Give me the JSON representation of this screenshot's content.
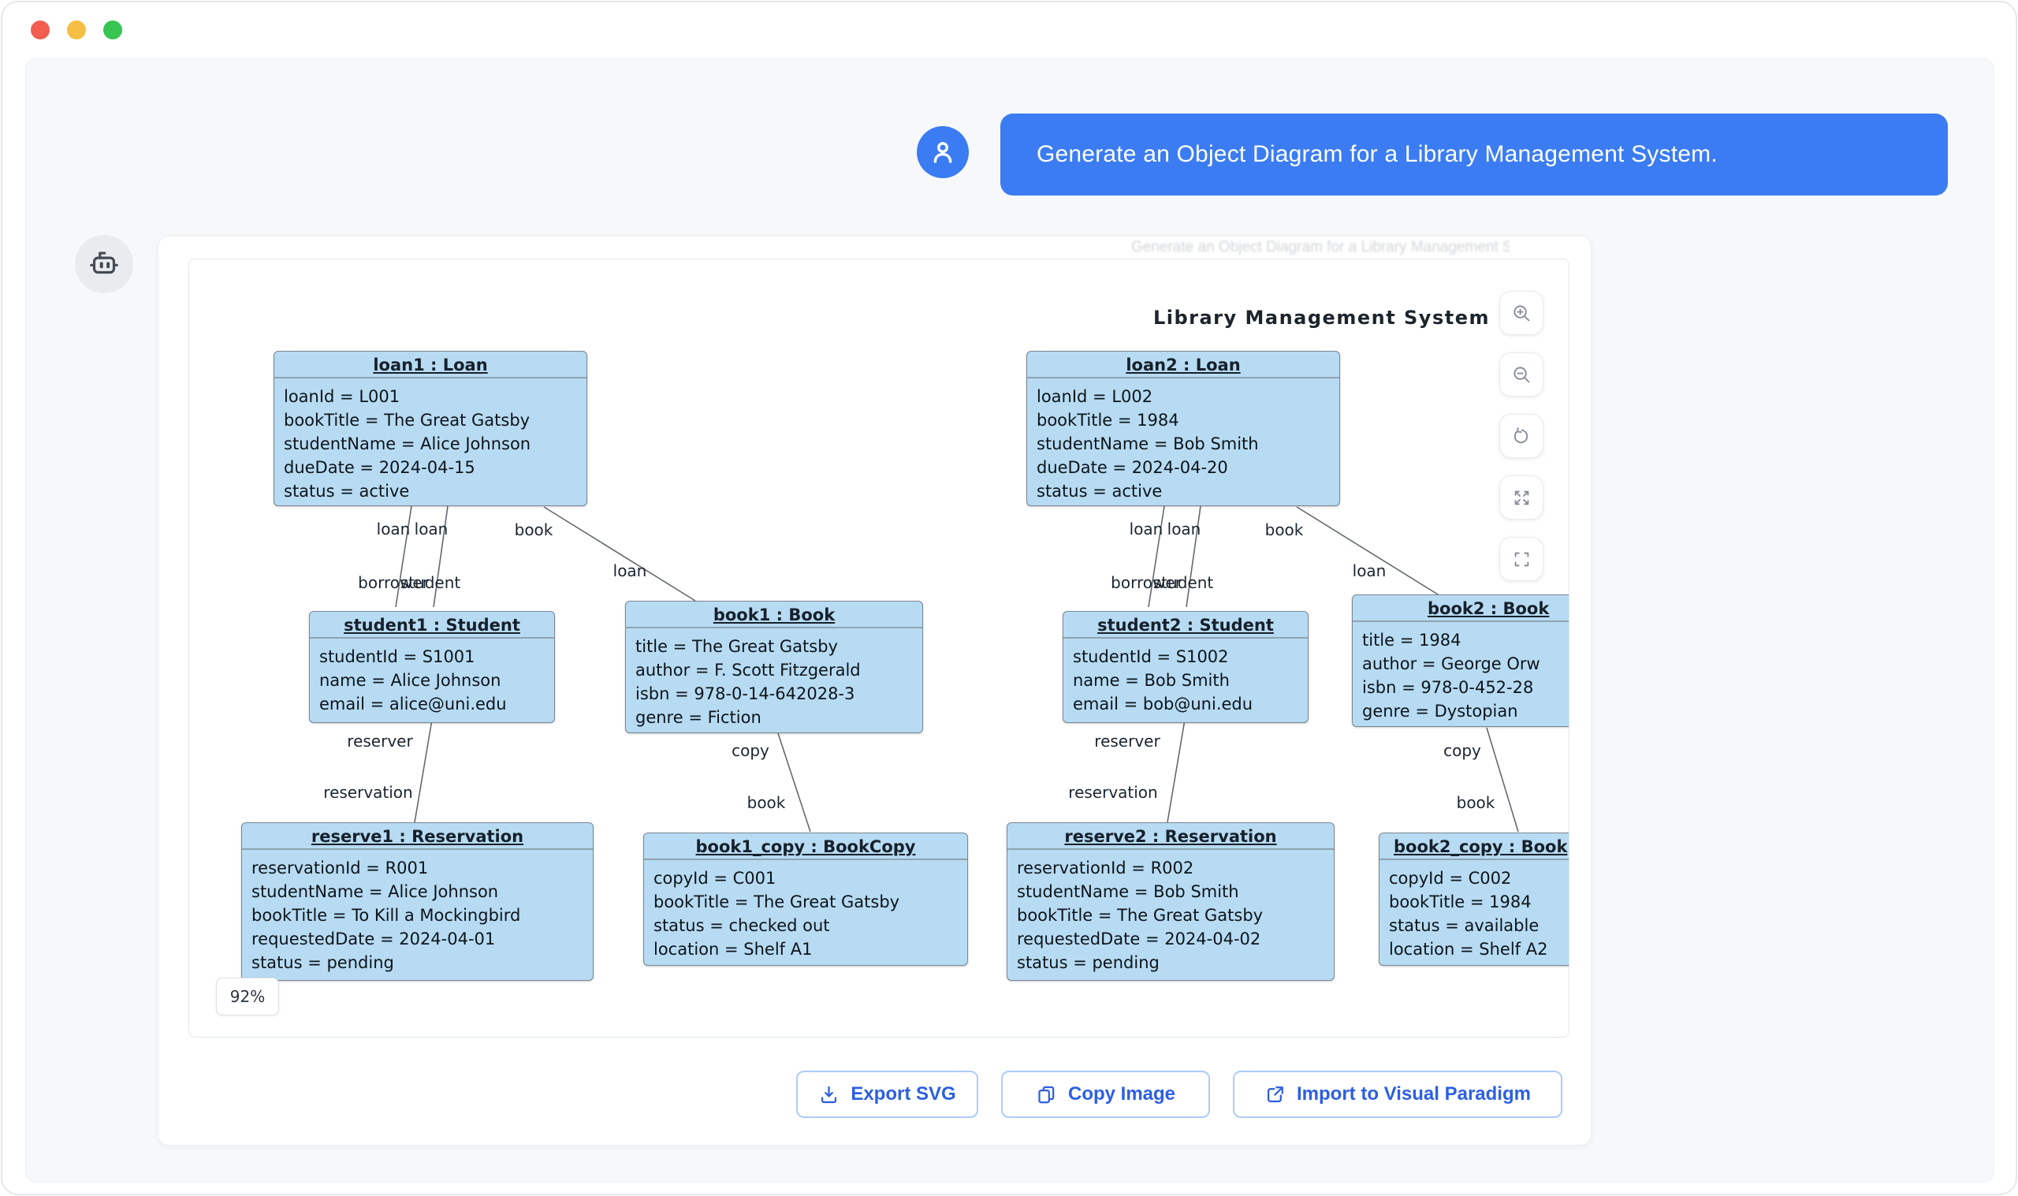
{
  "window": {
    "traffic_lights": [
      {
        "name": "close",
        "color": "#f25d52"
      },
      {
        "name": "minimize",
        "color": "#f5bf43"
      },
      {
        "name": "zoom",
        "color": "#37c450"
      }
    ]
  },
  "colors": {
    "accent_blue": "#3b7cf2",
    "panel_bg": "#f7f8fa",
    "object_fill": "#b7dbf2",
    "object_border": "#7b8894",
    "action_text": "#2c5fe2",
    "action_border": "#aecbf9",
    "edge_line": "#64696f"
  },
  "user": {
    "message": "Generate an Object Diagram for a Library Management System."
  },
  "assistant": {
    "clipped_text": "Generate an Object Diagram for a Library Management System.",
    "diagram": {
      "title": "Library Management System",
      "zoom_badge": "92%",
      "controls": [
        {
          "name": "zoom-in-button",
          "icon": "zoom-in-icon"
        },
        {
          "name": "zoom-out-button",
          "icon": "zoom-out-icon"
        },
        {
          "name": "reset-view-button",
          "icon": "reset-icon"
        },
        {
          "name": "expand-button",
          "icon": "expand-icon"
        },
        {
          "name": "fullscreen-button",
          "icon": "fullscreen-icon"
        }
      ],
      "objects": [
        {
          "id": "loan1",
          "title": "loan1 : Loan",
          "attributes": [
            "loanId = L001",
            "bookTitle = The Great Gatsby",
            "studentName = Alice Johnson",
            "dueDate = 2024-04-15",
            "status = active"
          ]
        },
        {
          "id": "loan2",
          "title": "loan2 : Loan",
          "attributes": [
            "loanId = L002",
            "bookTitle = 1984",
            "studentName = Bob Smith",
            "dueDate = 2024-04-20",
            "status = active"
          ]
        },
        {
          "id": "student1",
          "title": "student1 : Student",
          "attributes": [
            "studentId = S1001",
            "name = Alice Johnson",
            "email = alice@uni.edu"
          ]
        },
        {
          "id": "student2",
          "title": "student2 : Student",
          "attributes": [
            "studentId = S1002",
            "name = Bob Smith",
            "email = bob@uni.edu"
          ]
        },
        {
          "id": "book1",
          "title": "book1 : Book",
          "attributes": [
            "title = The Great Gatsby",
            "author = F. Scott Fitzgerald",
            "isbn = 978-0-14-642028-3",
            "genre = Fiction"
          ]
        },
        {
          "id": "book2",
          "title": "book2 : Book",
          "attributes": [
            "title = 1984",
            "author = George Orw",
            "isbn = 978-0-452-28",
            "genre = Dystopian"
          ]
        },
        {
          "id": "reserve1",
          "title": "reserve1 : Reservation",
          "attributes": [
            "reservationId = R001",
            "studentName = Alice Johnson",
            "bookTitle = To Kill a Mockingbird",
            "requestedDate = 2024-04-01",
            "status = pending"
          ]
        },
        {
          "id": "reserve2",
          "title": "reserve2 : Reservation",
          "attributes": [
            "reservationId = R002",
            "studentName = Bob Smith",
            "bookTitle = The Great Gatsby",
            "requestedDate = 2024-04-02",
            "status = pending"
          ]
        },
        {
          "id": "book1_copy",
          "title": "book1_copy : BookCopy",
          "attributes": [
            "copyId = C001",
            "bookTitle = The Great Gatsby",
            "status = checked out",
            "location = Shelf A1"
          ]
        },
        {
          "id": "book2_copy",
          "title": "book2_copy : Book",
          "attributes": [
            "copyId = C002",
            "bookTitle = 1984",
            "status = available",
            "location = Shelf A2"
          ]
        }
      ],
      "edge_labels": [
        {
          "id": "l_loan_a",
          "text": "loan"
        },
        {
          "id": "l_loan_b",
          "text": "loan"
        },
        {
          "id": "l_book",
          "text": "book"
        },
        {
          "id": "l_loan_c",
          "text": "loan"
        },
        {
          "id": "l_borrower",
          "text": "borrower"
        },
        {
          "id": "l_student",
          "text": "student"
        },
        {
          "id": "l_reserver",
          "text": "reserver"
        },
        {
          "id": "l_reservation",
          "text": "reservation"
        },
        {
          "id": "l_copy",
          "text": "copy"
        },
        {
          "id": "l_book2",
          "text": "book"
        },
        {
          "id": "r_loan_a",
          "text": "loan"
        },
        {
          "id": "r_loan_b",
          "text": "loan"
        },
        {
          "id": "r_book",
          "text": "book"
        },
        {
          "id": "r_loan_c",
          "text": "loan"
        },
        {
          "id": "r_borrower",
          "text": "borrower"
        },
        {
          "id": "r_student",
          "text": "student"
        },
        {
          "id": "r_reserver",
          "text": "reserver"
        },
        {
          "id": "r_reservation",
          "text": "reservation"
        },
        {
          "id": "r_copy",
          "text": "copy"
        },
        {
          "id": "r_book2",
          "text": "book"
        }
      ]
    },
    "actions": [
      {
        "label": "Export SVG",
        "icon": "download-icon"
      },
      {
        "label": "Copy Image",
        "icon": "copy-icon"
      },
      {
        "label": "Import to Visual Paradigm",
        "icon": "external-link-icon"
      }
    ]
  }
}
